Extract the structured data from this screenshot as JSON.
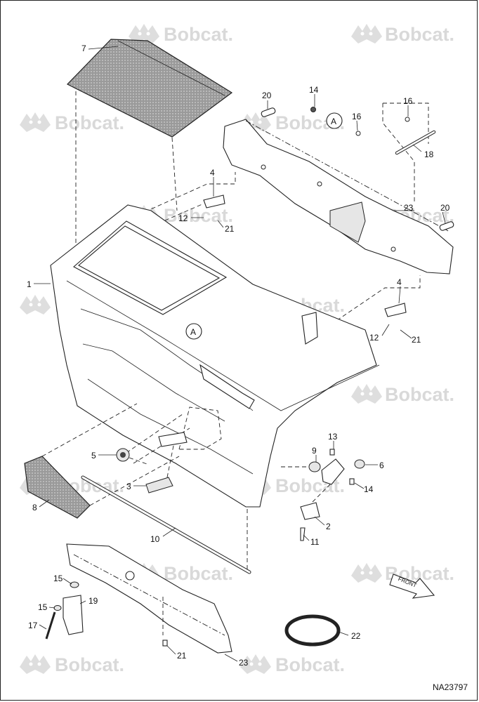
{
  "diagram": {
    "reference_code": "NA23797",
    "watermark_text": "Bobcat.",
    "front_arrow_label": "FRONT",
    "callouts": [
      {
        "id": "c1",
        "label": "1"
      },
      {
        "id": "c2",
        "label": "2"
      },
      {
        "id": "c3",
        "label": "3"
      },
      {
        "id": "c4a",
        "label": "4"
      },
      {
        "id": "c4b",
        "label": "4"
      },
      {
        "id": "c5",
        "label": "5"
      },
      {
        "id": "c6",
        "label": "6"
      },
      {
        "id": "c7",
        "label": "7"
      },
      {
        "id": "c8",
        "label": "8"
      },
      {
        "id": "c9",
        "label": "9"
      },
      {
        "id": "c10",
        "label": "10"
      },
      {
        "id": "c11",
        "label": "11"
      },
      {
        "id": "c12a",
        "label": "12"
      },
      {
        "id": "c12b",
        "label": "12"
      },
      {
        "id": "c13",
        "label": "13"
      },
      {
        "id": "c14a",
        "label": "14"
      },
      {
        "id": "c14b",
        "label": "14"
      },
      {
        "id": "c15a",
        "label": "15"
      },
      {
        "id": "c15b",
        "label": "15"
      },
      {
        "id": "c16a",
        "label": "16"
      },
      {
        "id": "c16b",
        "label": "16"
      },
      {
        "id": "c17",
        "label": "17"
      },
      {
        "id": "c18",
        "label": "18"
      },
      {
        "id": "c19",
        "label": "19"
      },
      {
        "id": "c20a",
        "label": "20"
      },
      {
        "id": "c20b",
        "label": "20"
      },
      {
        "id": "c21a",
        "label": "21"
      },
      {
        "id": "c21b",
        "label": "21"
      },
      {
        "id": "c21c",
        "label": "21"
      },
      {
        "id": "c22",
        "label": "22"
      },
      {
        "id": "c23a",
        "label": "23"
      },
      {
        "id": "c23b",
        "label": "23"
      }
    ],
    "detail_markers": [
      {
        "id": "ma",
        "label": "A"
      },
      {
        "id": "mb",
        "label": "A"
      }
    ]
  }
}
